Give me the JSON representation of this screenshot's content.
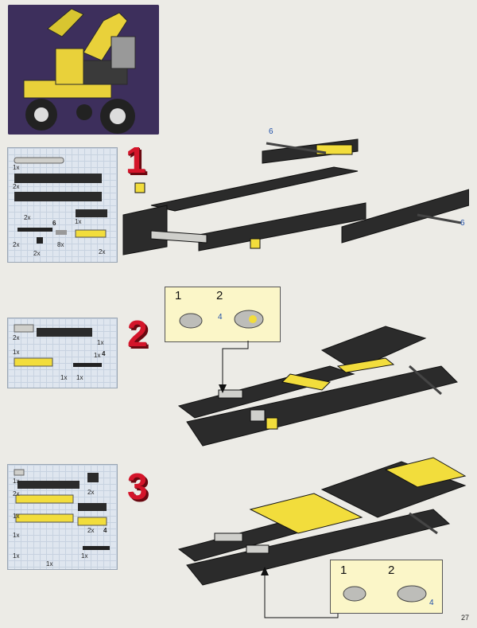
{
  "steps": [
    {
      "number": "1",
      "parts": [
        "1x",
        "2x",
        "2x",
        "1x",
        "6",
        "2x",
        "2x",
        "8x",
        "2x"
      ],
      "callouts": [
        "6",
        "6"
      ]
    },
    {
      "number": "2",
      "parts": [
        "2x",
        "1x",
        "1x",
        "1x",
        "4",
        "1x",
        "1x"
      ],
      "subassembly": {
        "labels": [
          "1",
          "2"
        ],
        "callout": "4"
      }
    },
    {
      "number": "3",
      "parts": [
        "1x",
        "2x",
        "2x",
        "1x",
        "1x",
        "2x",
        "4",
        "1x",
        "1x",
        "1x"
      ],
      "subassembly": {
        "labels": [
          "1",
          "2"
        ],
        "callout": "4"
      }
    }
  ],
  "page_number": "27",
  "colors": {
    "brick": "#2b2b2b",
    "yellow": "#f2dd3c",
    "red": "#d4152a",
    "grey": "#b7b7b3",
    "purple_bg": "#3d2f5c"
  }
}
